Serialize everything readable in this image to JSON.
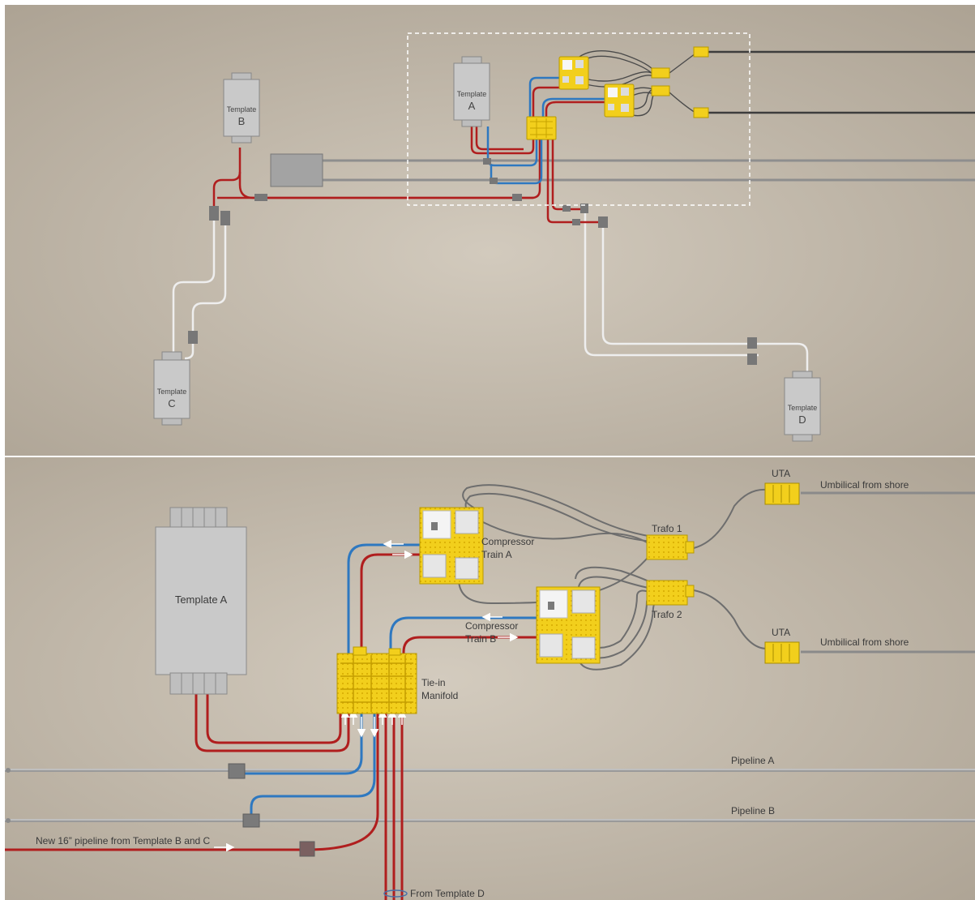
{
  "overview": {
    "templates": [
      {
        "id": "a",
        "word": "Template",
        "letter": "A"
      },
      {
        "id": "b",
        "word": "Template",
        "letter": "B"
      },
      {
        "id": "c",
        "word": "Template",
        "letter": "C"
      },
      {
        "id": "d",
        "word": "Template",
        "letter": "D"
      }
    ]
  },
  "detail": {
    "template_a": "Template  A",
    "compressor_a": [
      "Compressor",
      "Train A"
    ],
    "compressor_b": [
      "Compressor",
      "Train B"
    ],
    "trafo_1": "Trafo 1",
    "trafo_2": "Trafo 2",
    "uta_1": "UTA",
    "uta_2": "UTA",
    "umbilical_1": "Umbilical from shore",
    "umbilical_2": "Umbilical from shore",
    "manifold": [
      "Tie-in",
      "Manifold"
    ],
    "pipeline_a": "Pipeline A",
    "pipeline_b": "Pipeline B",
    "new_pipeline": "New 16” pipeline from Template B and C",
    "from_template_d": "From Template D"
  },
  "colors": {
    "background": "#c9c0b1",
    "hot_line": "#b01e1e",
    "cold_line": "#2e78c0",
    "module_yellow": "#f2cf1c",
    "pipeline_grey": "#a7a7a7",
    "template_grey": "#c9c9c9"
  }
}
